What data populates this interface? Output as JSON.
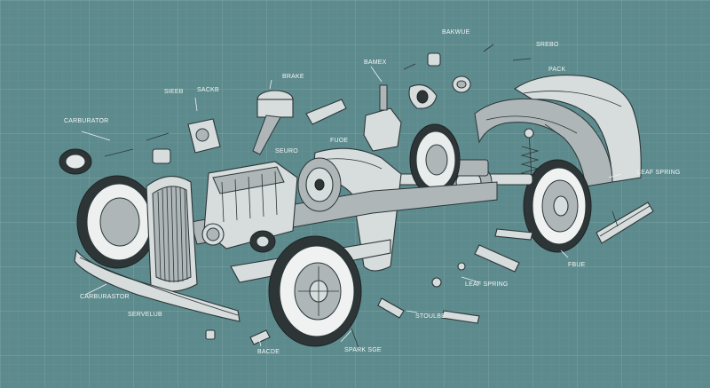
{
  "labels": {
    "bakwue": "BAKWUE",
    "srebo": "SREBO",
    "bamex": "BAMEX",
    "pack": "PACK",
    "brake": "BRAKE",
    "sieeb": "SIEEB",
    "sackb": "SACKB",
    "carburator": "CARBURATOR",
    "fuoe": "FUOE",
    "seuro": "SEURO",
    "leaf_spring_right": "LEAF SPRING",
    "leaf_spring_center": "LEAF SPRING",
    "fbue": "FBUE",
    "carburastor": "CARBURASTOR",
    "servelub": "SERVELUB",
    "stoulbe": "STOULBE",
    "spark_sge": "SPARK SGE",
    "bacde": "BACDE"
  },
  "colors": {
    "background": "#5d8a8c",
    "grid_major": "#7fa5a7",
    "grid_minor": "#6d9799",
    "label_text": "#f2f6f6",
    "part_fill": "#d7dcdc",
    "outline": "#2b3638"
  }
}
